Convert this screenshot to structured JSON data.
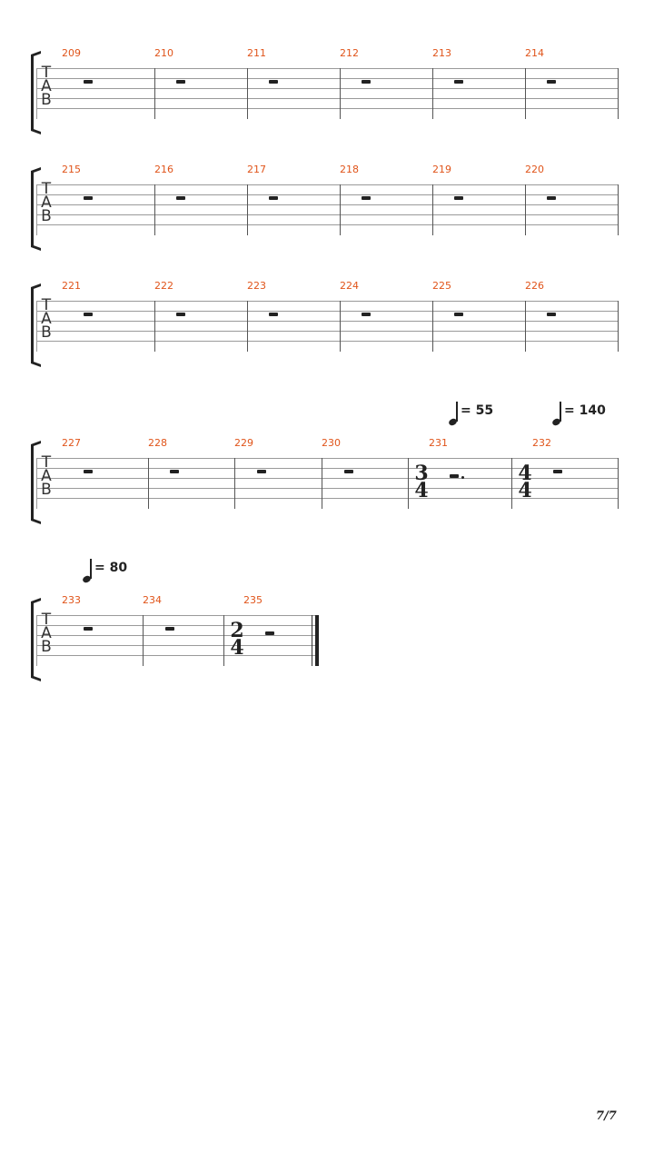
{
  "tab_letters": [
    "T",
    "A",
    "B"
  ],
  "systems": [
    {
      "measures": [
        {
          "number": "209"
        },
        {
          "number": "210"
        },
        {
          "number": "211"
        },
        {
          "number": "212"
        },
        {
          "number": "213"
        },
        {
          "number": "214"
        }
      ]
    },
    {
      "measures": [
        {
          "number": "215"
        },
        {
          "number": "216"
        },
        {
          "number": "217"
        },
        {
          "number": "218"
        },
        {
          "number": "219"
        },
        {
          "number": "220"
        }
      ]
    },
    {
      "measures": [
        {
          "number": "221"
        },
        {
          "number": "222"
        },
        {
          "number": "223"
        },
        {
          "number": "224"
        },
        {
          "number": "225"
        },
        {
          "number": "226"
        }
      ]
    },
    {
      "measures": [
        {
          "number": "227"
        },
        {
          "number": "228"
        },
        {
          "number": "229"
        },
        {
          "number": "230"
        },
        {
          "number": "231",
          "time_signature": [
            "3",
            "4"
          ],
          "tempo": "= 55",
          "dotted_rest": true
        },
        {
          "number": "232",
          "time_signature": [
            "4",
            "4"
          ],
          "tempo": "= 140"
        }
      ]
    },
    {
      "measures": [
        {
          "number": "233",
          "tempo": "= 80"
        },
        {
          "number": "234"
        },
        {
          "number": "235",
          "time_signature": [
            "2",
            "4"
          ]
        }
      ]
    }
  ],
  "page_number": "7/7"
}
